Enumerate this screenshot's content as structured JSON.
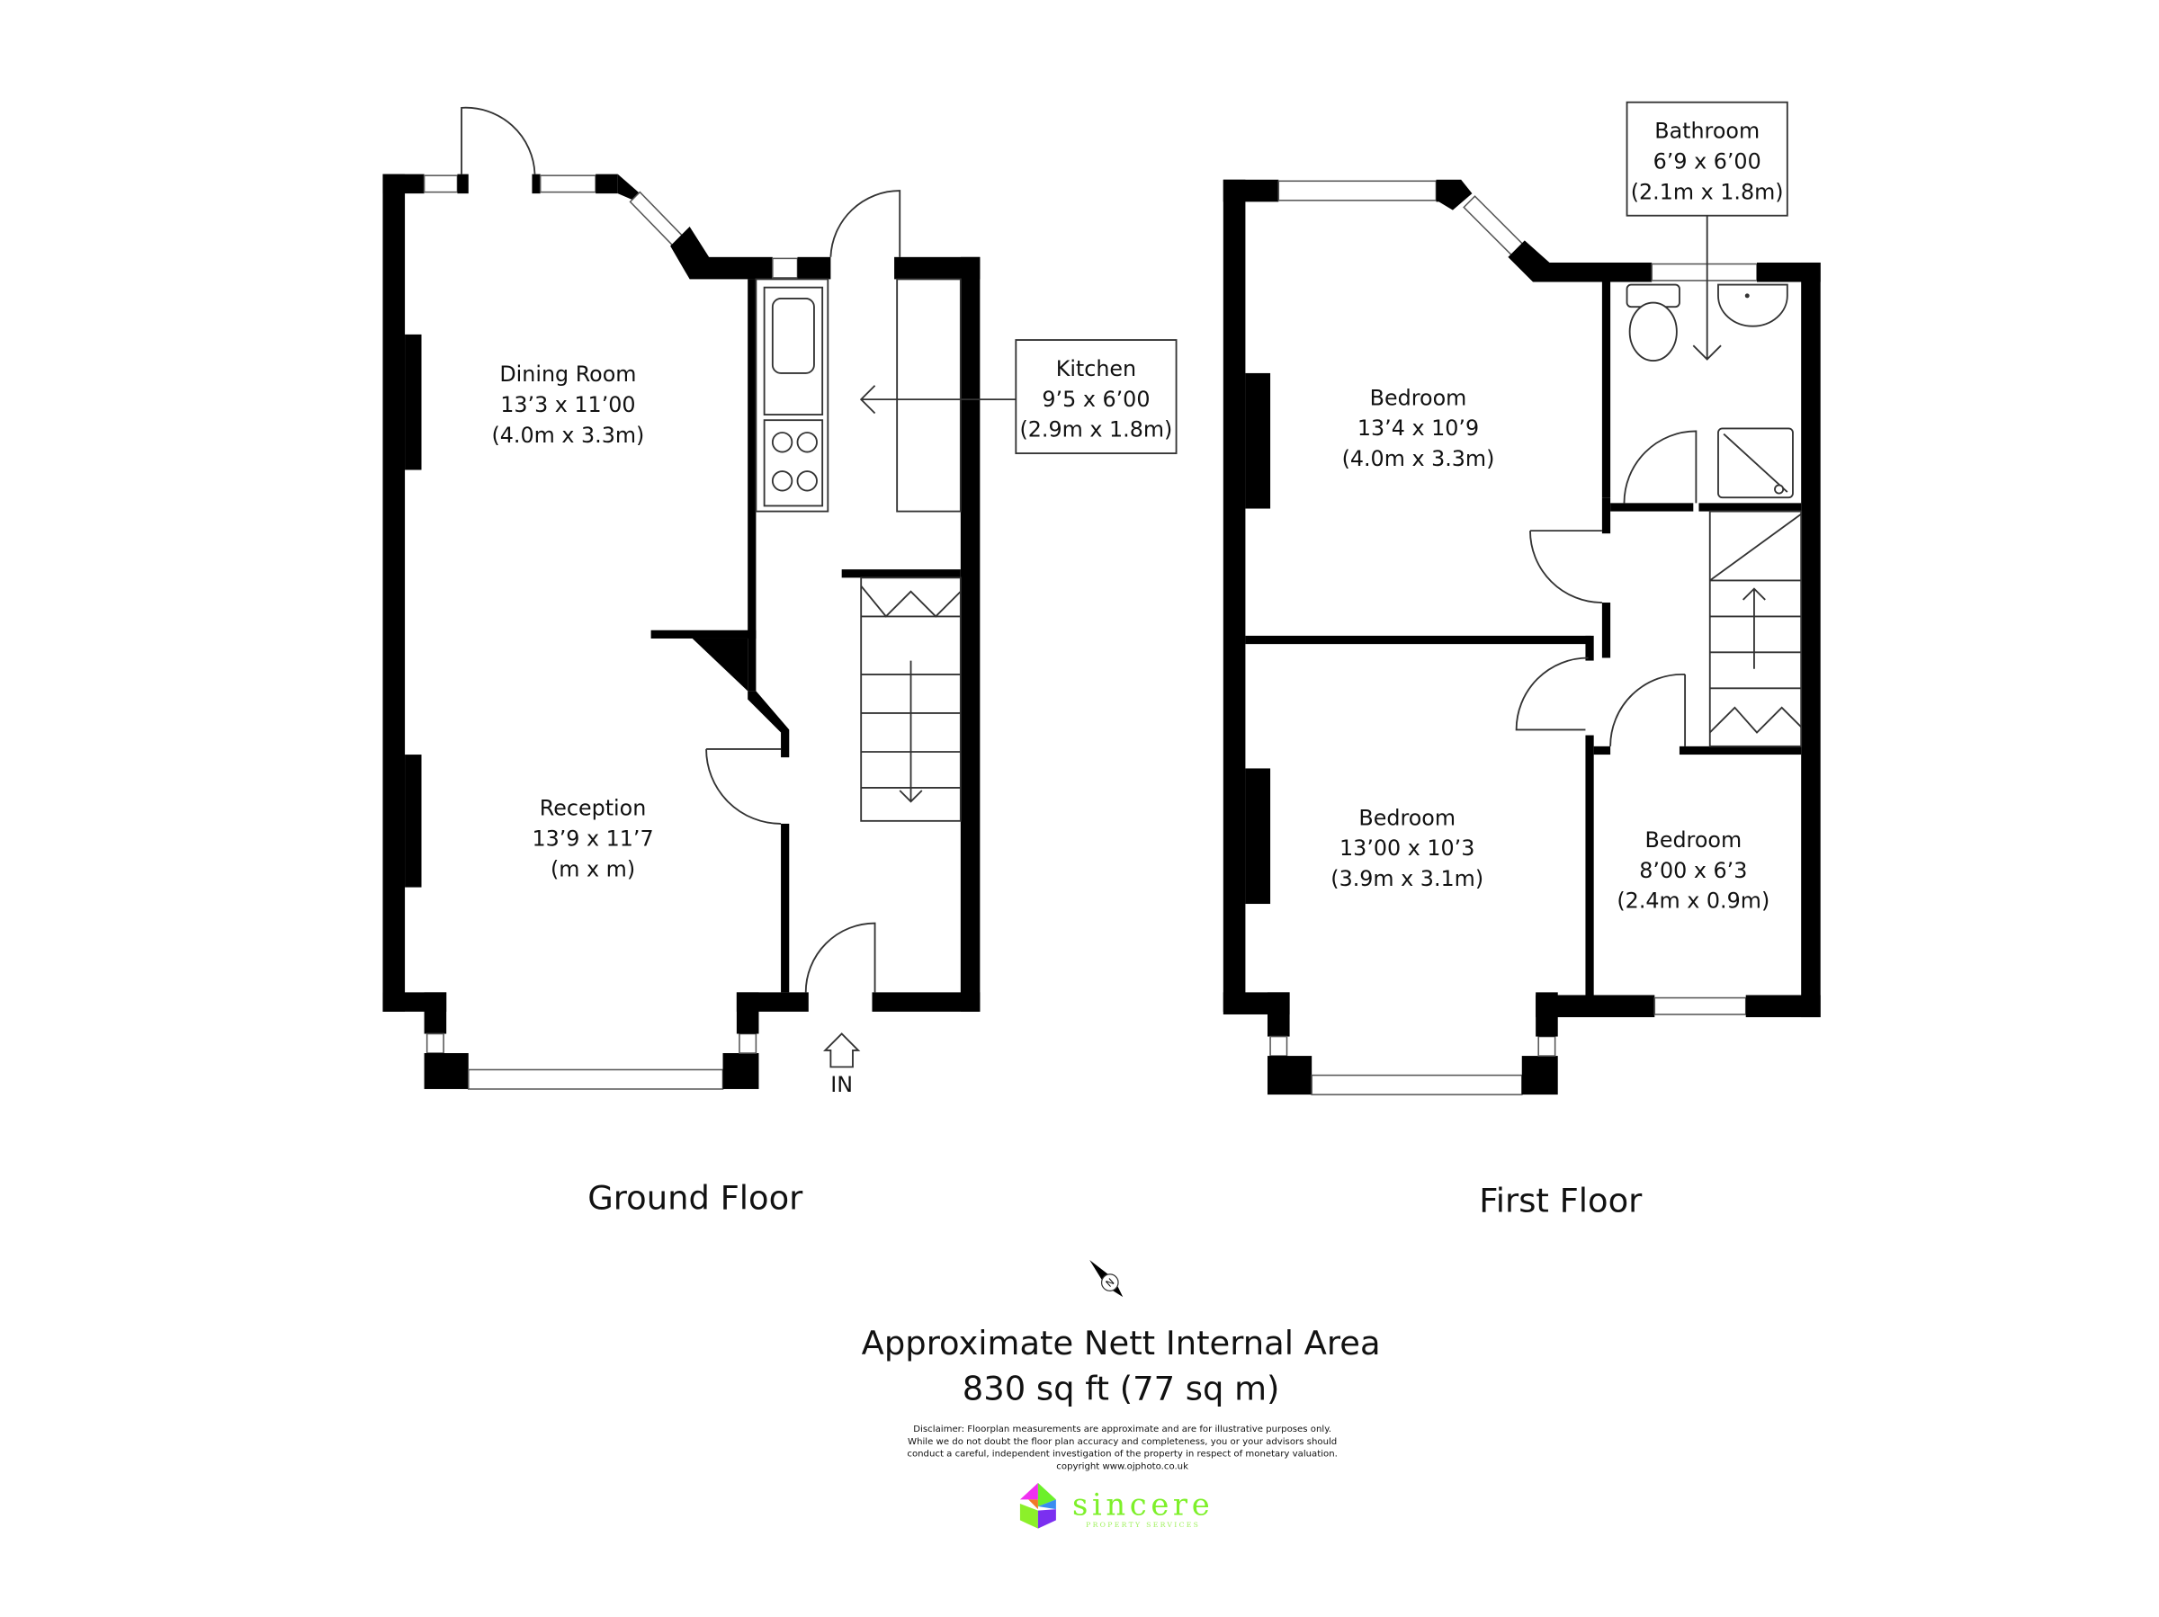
{
  "ground_floor": {
    "title": "Ground Floor",
    "entrance_label": "IN",
    "rooms": [
      {
        "name": "Dining Room",
        "size_imperial": "13’3 x 11’00",
        "size_metric": "(4.0m x 3.3m)"
      },
      {
        "name": "Reception",
        "size_imperial": "13’9 x 11’7",
        "size_metric": "(m x m)"
      },
      {
        "name": "Kitchen",
        "size_imperial": "9’5 x 6’00",
        "size_metric": "(2.9m x 1.8m)"
      }
    ]
  },
  "first_floor": {
    "title": "First Floor",
    "rooms": [
      {
        "name": "Bathroom",
        "size_imperial": "6’9 x 6’00",
        "size_metric": "(2.1m x 1.8m)"
      },
      {
        "name": "Bedroom",
        "size_imperial": "13’4 x 10’9",
        "size_metric": "(4.0m x 3.3m)"
      },
      {
        "name": "Bedroom",
        "size_imperial": "13’00 x 10’3",
        "size_metric": "(3.9m x 3.1m)"
      },
      {
        "name": "Bedroom",
        "size_imperial": "8’00 x 6’3",
        "size_metric": "(2.4m x 0.9m)"
      }
    ]
  },
  "compass": {
    "icon": "north-arrow-icon",
    "label": "N"
  },
  "area": {
    "heading": "Approximate Nett Internal Area",
    "value": "830 sq ft (77 sq m)"
  },
  "disclaimer": {
    "lines": [
      "Disclaimer: Floorplan measurements are approximate and are for illustrative purposes only.",
      "While we do not doubt the floor plan accuracy and completeness, you or your advisors should",
      "conduct a careful, independent investigation of the property in respect of monetary valuation.",
      "copyright www.ojphoto.co.uk"
    ]
  },
  "logo": {
    "name": "sincere",
    "tagline": "PROPERTY SERVICES",
    "colors": {
      "text": "#7ef02a",
      "magenta": "#f030f0",
      "green": "#6cf02a",
      "purple": "#7b2ff0",
      "blue": "#3a8cf0",
      "orange": "#f07a2a"
    }
  }
}
